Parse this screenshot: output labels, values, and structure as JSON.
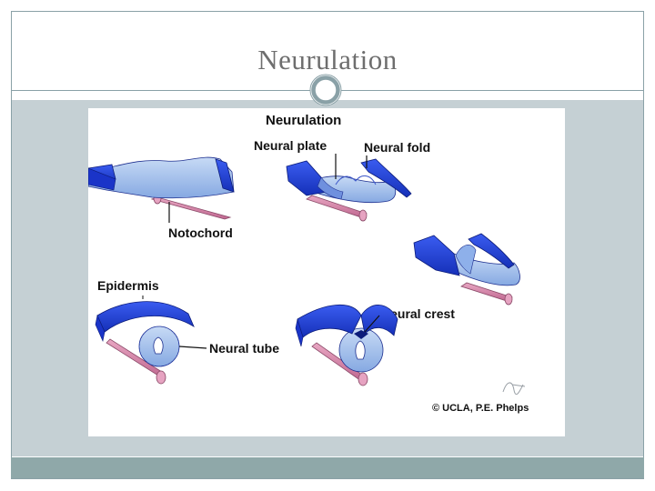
{
  "slide": {
    "title": "Neurulation"
  },
  "figure": {
    "heading": "Neurulation",
    "labels": {
      "neural_plate": "Neural plate",
      "neural_fold": "Neural fold",
      "notochord": "Notochord",
      "epidermis": "Epidermis",
      "neural_crest": "Neural crest",
      "neural_tube": "Neural tube"
    },
    "credit": "© UCLA, P.E. Phelps"
  },
  "colors": {
    "title_text": "#6e6e6e",
    "body_panel": "#c5d0d4",
    "footer_bar": "#8fa8a9",
    "frame_line": "#8aa1a7",
    "tissue_dark_blue": "#1e3fd6",
    "tissue_light_blue": "#9dbde8",
    "notochord_pink": "#d684a6"
  }
}
